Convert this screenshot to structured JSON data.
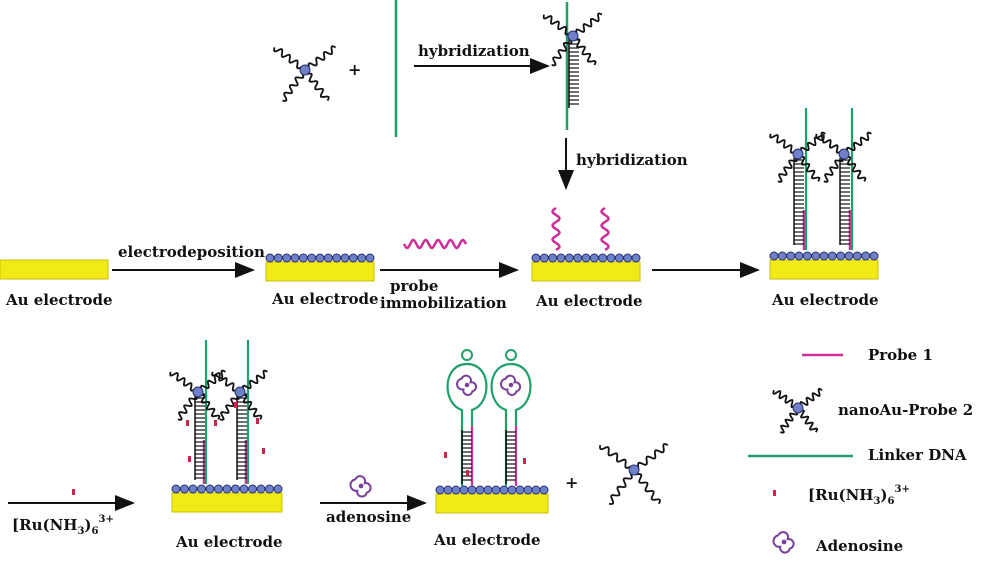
{
  "labels": {
    "hybridization": "hybridization",
    "electrodeposition": "electrodeposition",
    "probe": "probe",
    "immobilization": "immobilization",
    "au_electrode": "Au electrode",
    "adenosine_step": "adenosine",
    "ru_base": "[Ru(NH",
    "ru_sub": "3",
    "ru_close": ")",
    "ru_sub2": "6",
    "ru_sup": "3+",
    "plus": "+"
  },
  "legend": {
    "probe1": "Probe 1",
    "nanoau": "nanoAu-Probe 2",
    "linker": "Linker DNA",
    "adenosine": "Adenosine"
  },
  "colors": {
    "electrode": "#f2ea17",
    "electrode_stroke": "#c9bf00",
    "bead": "#7080c8",
    "bead_stroke": "#26306e",
    "probe1": "#cc2f98",
    "linker": "#1fa06a",
    "dna": "#111111",
    "ru": "#d0234a",
    "adenosine": "#7a3f99"
  },
  "icons": {
    "nanoau": "nanoau-probe2-icon",
    "adenosine": "adenosine-icon",
    "ru": "ru-complex-icon",
    "arrow": "arrow-right-icon"
  }
}
